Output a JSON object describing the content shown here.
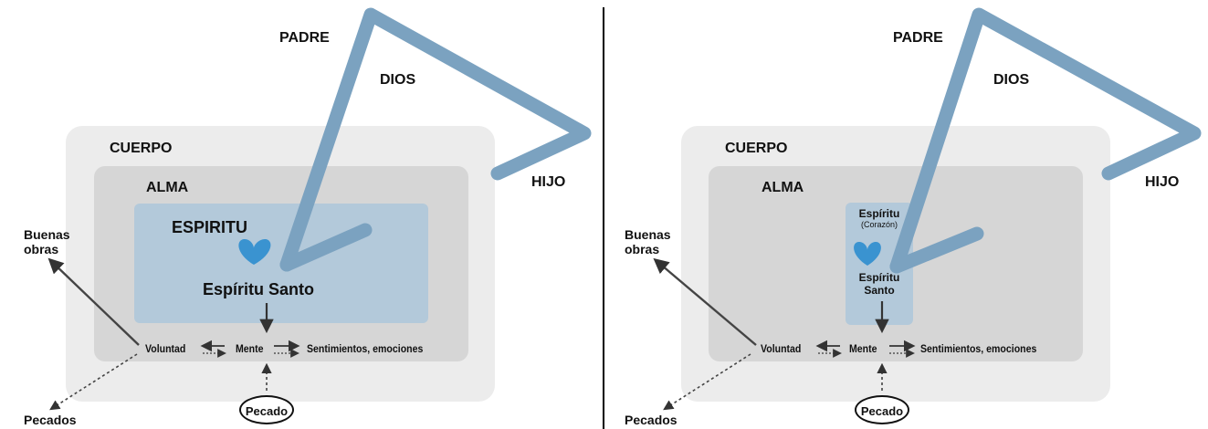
{
  "left": {
    "padre": "PADRE",
    "dios": "DIOS",
    "hijo": "HIJO",
    "cuerpo": "CUERPO",
    "alma": "ALMA",
    "espiritu": "ESPIRITU",
    "espiritu_santo": "Espíritu Santo",
    "voluntad": "Voluntad",
    "mente": "Mente",
    "sentimientos": "Sentimientos, emociones",
    "buenas_obras": [
      "Buenas",
      "obras"
    ],
    "pecados": "Pecados",
    "pecado": "Pecado"
  },
  "right": {
    "padre": "PADRE",
    "dios": "DIOS",
    "hijo": "HIJO",
    "cuerpo": "CUERPO",
    "alma": "ALMA",
    "espiritu": "Espíritu",
    "corazon": "(Corazón)",
    "espiritu_santo": [
      "Espíritu",
      "Santo"
    ],
    "voluntad": "Voluntad",
    "mente": "Mente",
    "sentimientos": "Sentimientos, emociones",
    "buenas_obras": [
      "Buenas",
      "obras"
    ],
    "pecados": "Pecados",
    "pecado": "Pecado"
  },
  "colors": {
    "triangle": "#7ba2c0",
    "heart": "#3a93d0",
    "cuerpo_bg": "#ececec",
    "alma_bg": "#d6d6d6",
    "espiritu_bg": "#b3c9da"
  },
  "icons": [
    "heart-icon",
    "arrow-icon"
  ]
}
